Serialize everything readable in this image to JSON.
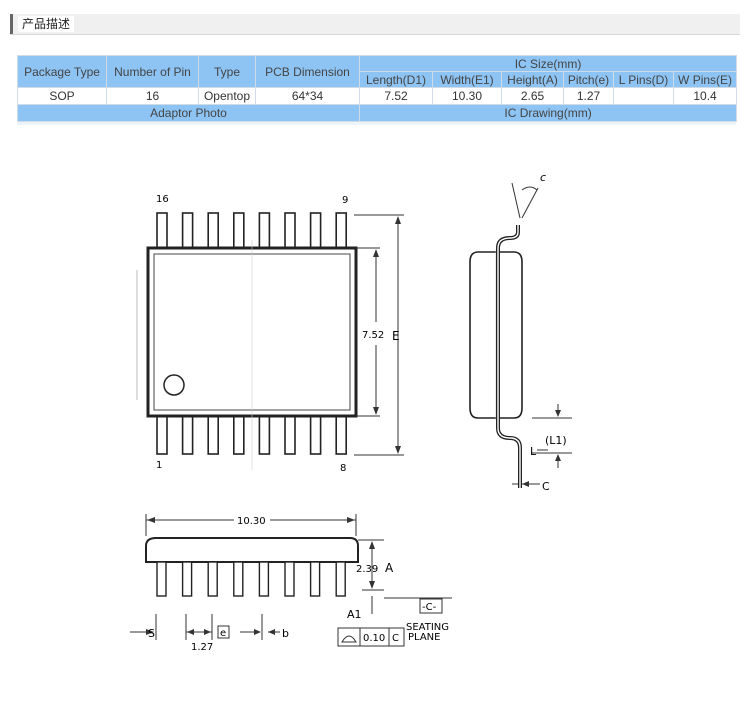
{
  "section": {
    "title": "产品描述"
  },
  "spec_table": {
    "headers": {
      "package_type": "Package Type",
      "number_of_pin": "Number of Pin",
      "type": "Type",
      "pcb_dimension": "PCB Dimension",
      "ic_size": "IC Size(mm)",
      "length": "Length(D1)",
      "width": "Width(E1)",
      "height": "Height(A)",
      "pitch": "Pitch(e)",
      "l_pins": "L Pins(D)",
      "w_pins": "W Pins(E)"
    },
    "row": {
      "package_type": "SOP",
      "number_of_pin": "16",
      "type": "Opentop",
      "pcb_dimension": "64*34",
      "length": "7.52",
      "width": "10.30",
      "height": "2.65",
      "pitch": "1.27",
      "l_pins": "",
      "w_pins": "10.4"
    },
    "adaptor_photo": "Adaptor Photo",
    "ic_drawing": "IC Drawing(mm)"
  },
  "drawing": {
    "top_view": {
      "pin_16": "16",
      "pin_9": "9",
      "pin_1": "1",
      "pin_8": "8",
      "dim_value": "7.52",
      "dim_label": "E"
    },
    "side_view": {
      "theta": "c",
      "l1_label": "(L1)",
      "l_label": "L",
      "c_label": "C"
    },
    "front_view": {
      "width_value": "10.30",
      "height_value": "2.39",
      "height_label": "A",
      "a1_label": "A1",
      "s_label": "S",
      "e_label": "e",
      "b_label": "b",
      "pitch_value": "1.27",
      "datum_label": "-C-",
      "seating_1": "SEATING",
      "seating_2": "PLANE",
      "tolerance_value": "0.10",
      "tolerance_datum": "C"
    }
  }
}
